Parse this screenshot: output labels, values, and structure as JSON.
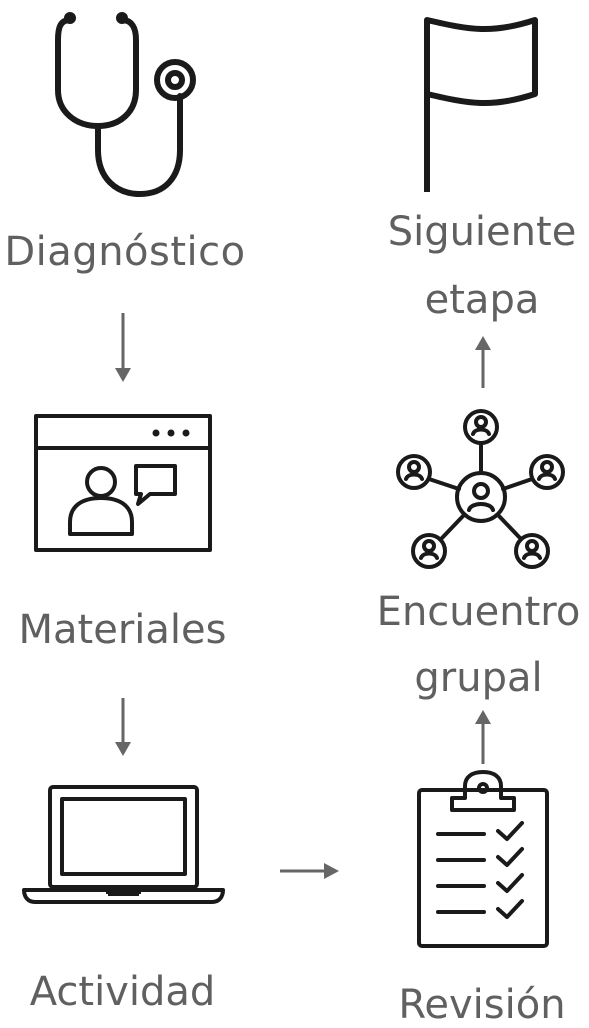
{
  "steps": {
    "diagnostico": "Diagnóstico",
    "materiales": "Materiales",
    "actividad": "Actividad",
    "revision": "Revisión",
    "encuentro_line1": "Encuentro",
    "encuentro_line2": "grupal",
    "siguiente_line1": "Siguiente",
    "siguiente_line2": "etapa"
  },
  "icons": {
    "diagnostico": "stethoscope-icon",
    "materiales": "video-chat-window-icon",
    "actividad": "laptop-icon",
    "revision": "clipboard-checklist-icon",
    "encuentro": "network-people-icon",
    "siguiente": "flag-icon"
  },
  "colors": {
    "text": "#606060",
    "icon": "#1a1a1a",
    "arrow": "#666666"
  }
}
